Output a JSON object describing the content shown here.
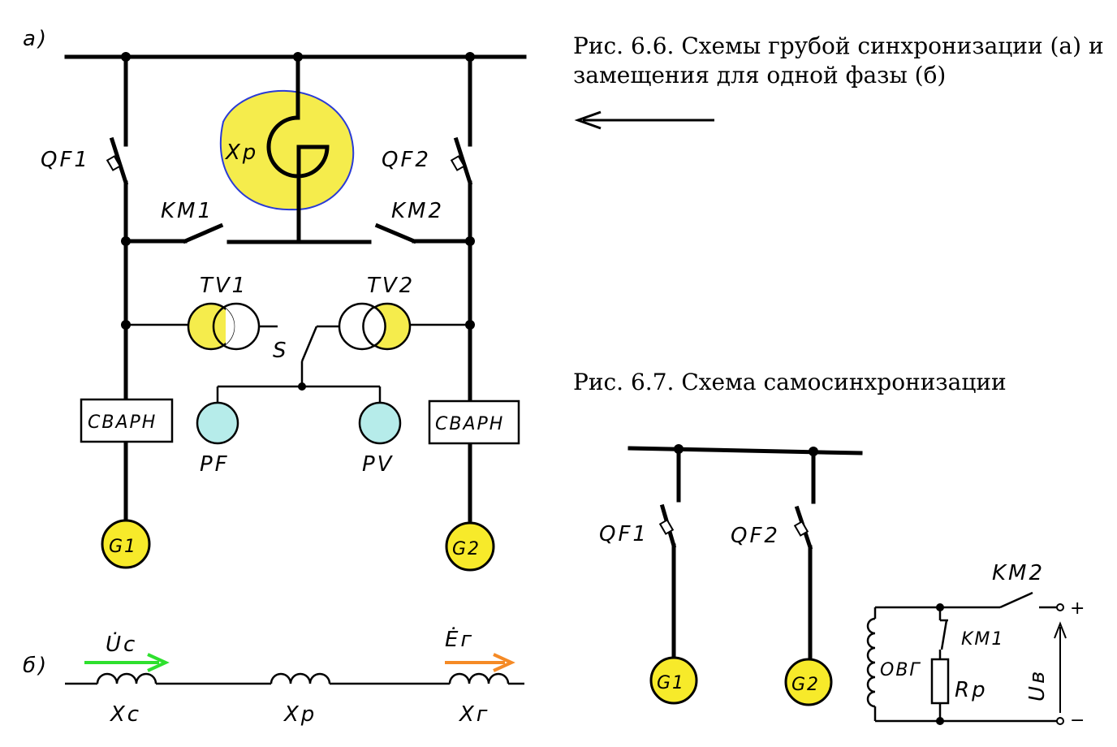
{
  "captions": {
    "fig66_line1": "Рис. 6.6. Схемы грубой синхронизации (а) и",
    "fig66_line2": "замещения для одной фазы (б)",
    "fig67": "Рис. 6.7. Схема самосинхронизации"
  },
  "part_labels": {
    "a": "а)",
    "b": "б)"
  },
  "diagram_a": {
    "breaker_left": "QF1",
    "breaker_right": "QF2",
    "contactor_left": "KM1",
    "contactor_right": "KM2",
    "reactor": "Xр",
    "transformer_left": "TV1",
    "transformer_right": "TV2",
    "switch": "S",
    "box_left": "СВАРН",
    "box_right": "СВАРН",
    "meter_left": "PF",
    "meter_right": "PV",
    "gen_left": "G1",
    "gen_right": "G2"
  },
  "diagram_b": {
    "voltage_left": "U̇c",
    "voltage_right": "Ėг",
    "x_left": "Xc",
    "x_mid": "Xр",
    "x_right": "Xг"
  },
  "diagram_c": {
    "breaker_left": "QF1",
    "breaker_right": "QF2",
    "gen_left": "G1",
    "gen_right": "G2",
    "contactor_top": "KM2",
    "contactor_inner": "KM1",
    "winding": "ОВГ",
    "resistor": "Rр",
    "voltage": "Uв",
    "plus": "+",
    "minus": "−"
  },
  "colors": {
    "highlight_yellow": "#f5ec4c",
    "generator_yellow": "#f7ea2a",
    "meter_cyan": "#b6ecea",
    "reactor_outline": "#2a3bd6",
    "arrow_green": "#2ee02e",
    "arrow_orange": "#f58a25"
  }
}
